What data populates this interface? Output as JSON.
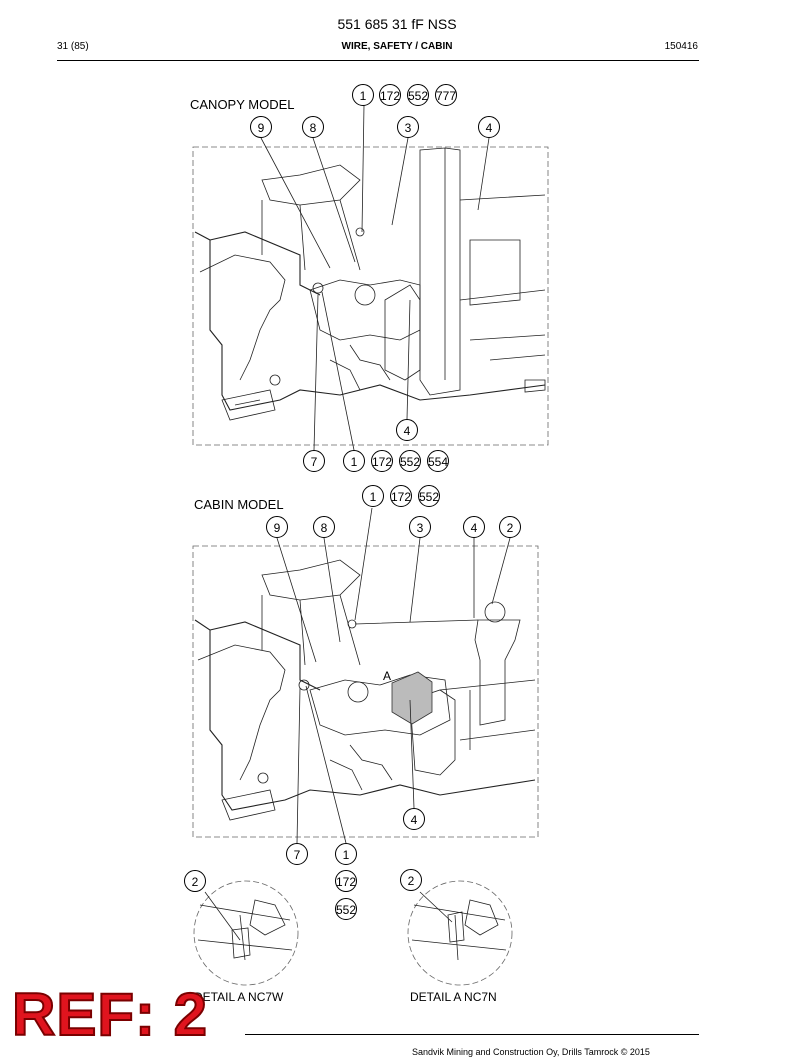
{
  "header": {
    "doc_title": "551 685 31 fF NSS",
    "page_count": "31 (85)",
    "section_title": "WIRE, SAFETY / CABIN",
    "date_code": "150416"
  },
  "canopy": {
    "label": "CANOPY MODEL",
    "callouts": [
      "1",
      "172",
      "552",
      "777",
      "9",
      "8",
      "3",
      "4",
      "4",
      "7",
      "1",
      "172",
      "552",
      "554"
    ]
  },
  "cabin": {
    "label": "CABIN MODEL",
    "callouts": [
      "1",
      "172",
      "552",
      "9",
      "8",
      "3",
      "4",
      "2",
      "4",
      "7",
      "1",
      "172",
      "552"
    ],
    "marker": "A"
  },
  "details": {
    "left": {
      "label": "DETAIL A NC7W",
      "callout": "2"
    },
    "right": {
      "label": "DETAIL A NC7N",
      "callout": "2"
    }
  },
  "stamp": "REF: 2",
  "footer": {
    "text": "Sandvik Mining and Construction Oy, Drills Tamrock © 2015"
  }
}
